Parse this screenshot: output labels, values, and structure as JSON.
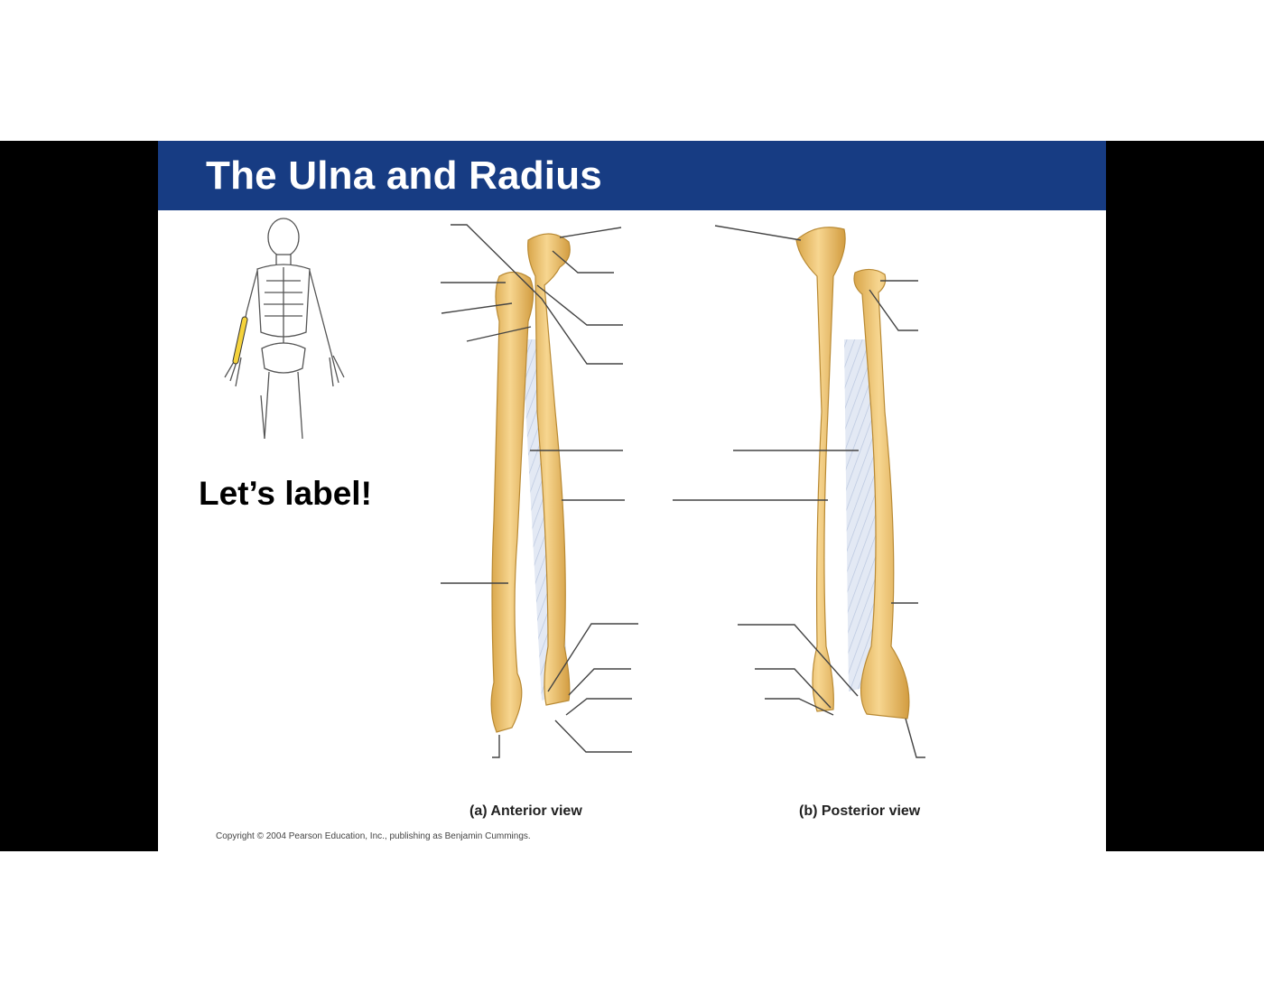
{
  "slide": {
    "title": "The Ulna and Radius",
    "subtitle": "Let’s label!",
    "views": {
      "anterior": "(a) Anterior view",
      "posterior": "(b) Posterior view"
    },
    "copyright": "Copyright © 2004 Pearson Education, Inc., publishing as Benjamin Cummings."
  },
  "colors": {
    "title_bar": "#173c83",
    "title_text": "#ffffff",
    "bone": "#f1c56e",
    "bone_shade": "#d9a64a",
    "membrane": "#dfe6f3",
    "leader_line": "#333333",
    "highlight_bone": "#f5d33c"
  },
  "icons": [
    "skeleton-icon"
  ]
}
